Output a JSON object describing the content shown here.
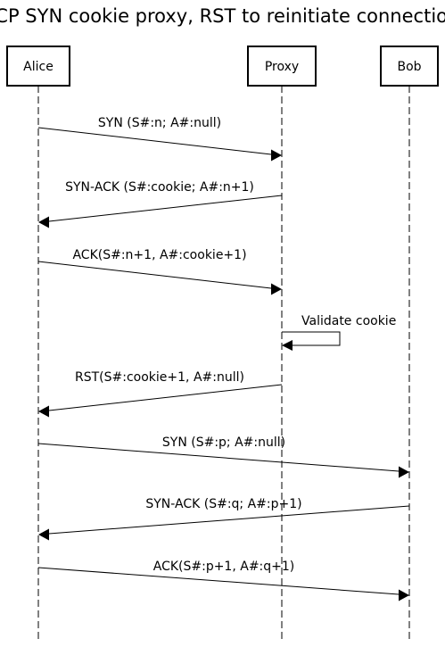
{
  "diagram": {
    "title": "TCP SYN cookie proxy, RST to reinitiate connection",
    "actors": [
      {
        "id": "alice",
        "label": "Alice"
      },
      {
        "id": "proxy",
        "label": "Proxy"
      },
      {
        "id": "bob",
        "label": "Bob"
      }
    ],
    "messages": [
      {
        "from": "alice",
        "to": "proxy",
        "label": "SYN (S#:n; A#:null)"
      },
      {
        "from": "proxy",
        "to": "alice",
        "label": "SYN-ACK (S#:cookie; A#:n+1)"
      },
      {
        "from": "alice",
        "to": "proxy",
        "label": "ACK(S#:n+1, A#:cookie+1)"
      },
      {
        "from": "proxy",
        "to": "proxy",
        "label": "Validate cookie"
      },
      {
        "from": "proxy",
        "to": "alice",
        "label": "RST(S#:cookie+1, A#:null)"
      },
      {
        "from": "alice",
        "to": "bob",
        "label": "SYN (S#:p; A#:null)"
      },
      {
        "from": "bob",
        "to": "alice",
        "label": "SYN-ACK (S#:q; A#:p+1)"
      },
      {
        "from": "alice",
        "to": "bob",
        "label": "ACK(S#:p+1, A#:q+1)"
      }
    ]
  }
}
